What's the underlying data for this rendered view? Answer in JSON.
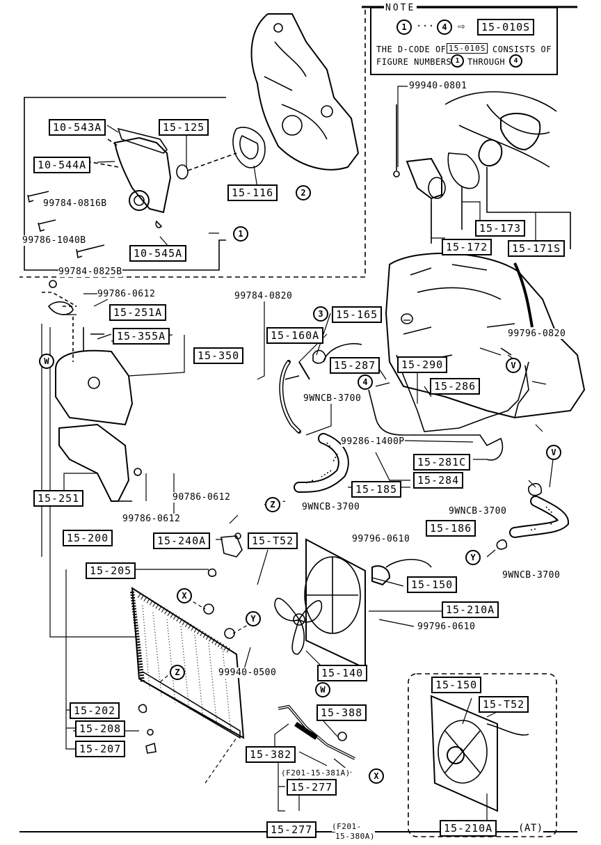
{
  "note": {
    "title": "NOTE",
    "range_start": "1",
    "range_end": "4",
    "arrow": "⇨",
    "code": "15-010S",
    "line1_prefix": "THE D-CODE OF",
    "line1_suffix": "CONSISTS OF",
    "line2_prefix": "FIGURE NUMBERS",
    "line2_mid": "THROUGH",
    "dots": "···"
  },
  "parts": {
    "p10_543A": "10-543A",
    "p15_125": "15-125",
    "p10_544A": "10-544A",
    "p15_116": "15-116",
    "p10_545A": "10-545A",
    "p15_173": "15-173",
    "p15_172": "15-172",
    "p15_171S": "15-171S",
    "p15_165": "15-165",
    "p15_251A": "15-251A",
    "p15_355A": "15-355A",
    "p15_350": "15-350",
    "p15_160A": "15-160A",
    "p15_287": "15-287",
    "p15_290": "15-290",
    "p15_286": "15-286",
    "p15_281C": "15-281C",
    "p15_284": "15-284",
    "p15_185": "15-185",
    "p15_251": "15-251",
    "p15_186": "15-186",
    "p15_200": "15-200",
    "p15_240A": "15-240A",
    "p15_T52": "15-T52",
    "p15_205": "15-205",
    "p15_150": "15-150",
    "p15_210A": "15-210A",
    "p15_140": "15-140",
    "p15_388": "15-388",
    "p15_202": "15-202",
    "p15_208": "15-208",
    "p15_207": "15-207",
    "p15_382": "15-382",
    "p15_277a": "15-277",
    "p15_277b": "15-277",
    "p15_150_at": "15-150",
    "p15_T52_at": "15-T52",
    "p15_210A_at": "15-210A"
  },
  "bolts": {
    "b99940_0801": "99940-0801",
    "b99784_0816B": "99784-0816B",
    "b99786_1040B": "99786-1040B",
    "b99784_0825B": "99784-0825B",
    "b99786_0612a": "99786-0612",
    "b99784_0820": "99784-0820",
    "b99796_0820": "99796-0820",
    "b9WNCB_3700a": "9WNCB-3700",
    "b99286_1400P": "99286-1400P",
    "b9WNCB_3700b": "9WNCB-3700",
    "b99786_0612b": "99786-0612",
    "b90786_0612": "90786-0612",
    "b9WNCB_3700c": "9WNCB-3700",
    "b9WNCB_3700d": "9WNCB-3700",
    "b99796_0610a": "99796-0610",
    "b99796_0610b": "99796-0610",
    "b99940_0500": "99940-0500",
    "f201_381A": "(F201-15-381A)",
    "f201_380A_1": "(F201-",
    "f201_380A_2": "15-380A)",
    "at": "(AT)"
  },
  "callouts": {
    "c1": "1",
    "c2": "2",
    "c3": "3",
    "c4": "4",
    "W1": "W",
    "W2": "W",
    "V1": "V",
    "V2": "V",
    "X1": "X",
    "X2": "X",
    "Y1": "Y",
    "Y2": "Y",
    "Z1": "Z",
    "Z2": "Z"
  }
}
